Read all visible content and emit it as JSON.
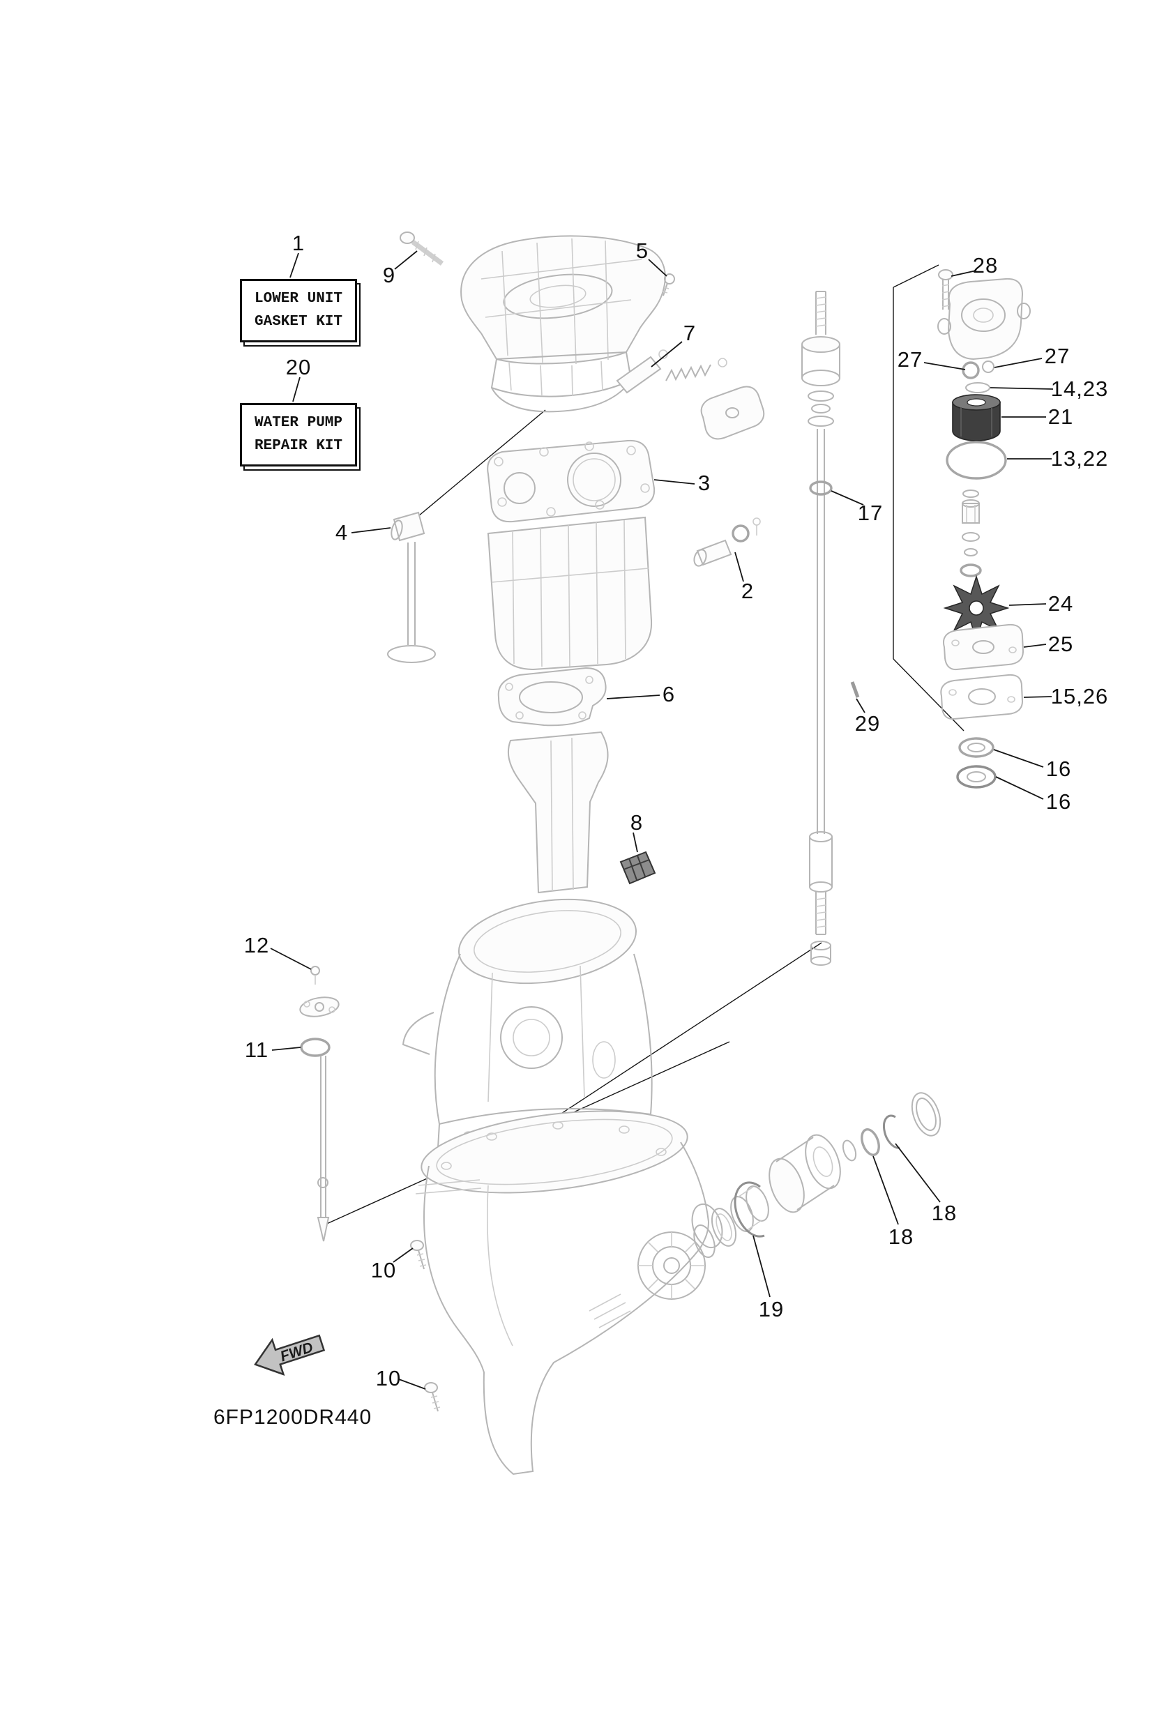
{
  "page": {
    "drawing_code": "6FP1200DR440",
    "colors": {
      "line_art": "#b5b5b5",
      "ink": "#101010",
      "dark_part": "#565656"
    }
  },
  "kits": {
    "gasket_kit": {
      "line1": "LOWER UNIT",
      "line2": "GASKET KIT"
    },
    "water_pump_kit": {
      "line1": "WATER PUMP",
      "line2": "REPAIR KIT"
    }
  },
  "fwd_marker": {
    "label": "FWD"
  },
  "callouts": [
    {
      "ref": "1"
    },
    {
      "ref": "20"
    },
    {
      "ref": "9"
    },
    {
      "ref": "5"
    },
    {
      "ref": "7"
    },
    {
      "ref": "28"
    },
    {
      "ref": "27"
    },
    {
      "ref": "27"
    },
    {
      "ref": "14,23"
    },
    {
      "ref": "21"
    },
    {
      "ref": "13,22"
    },
    {
      "ref": "3"
    },
    {
      "ref": "17"
    },
    {
      "ref": "4"
    },
    {
      "ref": "2"
    },
    {
      "ref": "24"
    },
    {
      "ref": "25"
    },
    {
      "ref": "15,26"
    },
    {
      "ref": "6"
    },
    {
      "ref": "29"
    },
    {
      "ref": "16"
    },
    {
      "ref": "16"
    },
    {
      "ref": "8"
    },
    {
      "ref": "12"
    },
    {
      "ref": "11"
    },
    {
      "ref": "18"
    },
    {
      "ref": "18"
    },
    {
      "ref": "10"
    },
    {
      "ref": "19"
    },
    {
      "ref": "10"
    }
  ]
}
